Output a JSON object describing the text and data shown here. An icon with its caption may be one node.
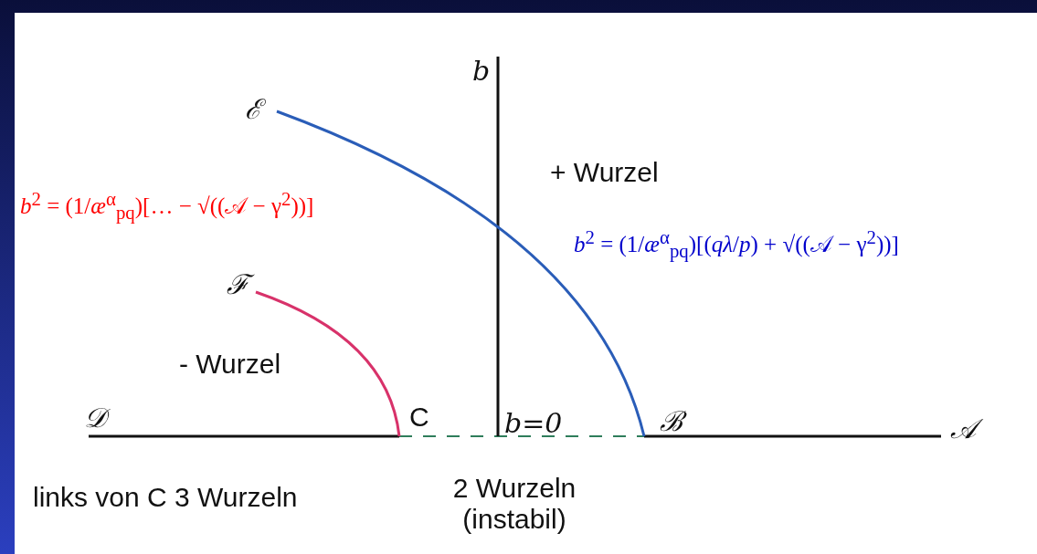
{
  "diagram": {
    "labels": [
      "b",
      "ℰ",
      "+ Wurzel",
      "*b*$^{2}$ = (1/*æ*$^{α}$$_{pq}$)[… − √((𝒜 − γ$^{2}$))]",
      "*b*$^{2}$ = (1/*æ*$^{α}$$_{pq}$)[(*qλ*/*p*) + √((𝒜 − γ$^{2}$))]",
      "ℱ",
      "- Wurzel",
      "𝒟",
      "C",
      "b=0",
      "ℬ",
      "𝒜",
      "links von C 3 Wurzeln",
      "2 Wurzeln (instabil)"
    ]
  }
}
